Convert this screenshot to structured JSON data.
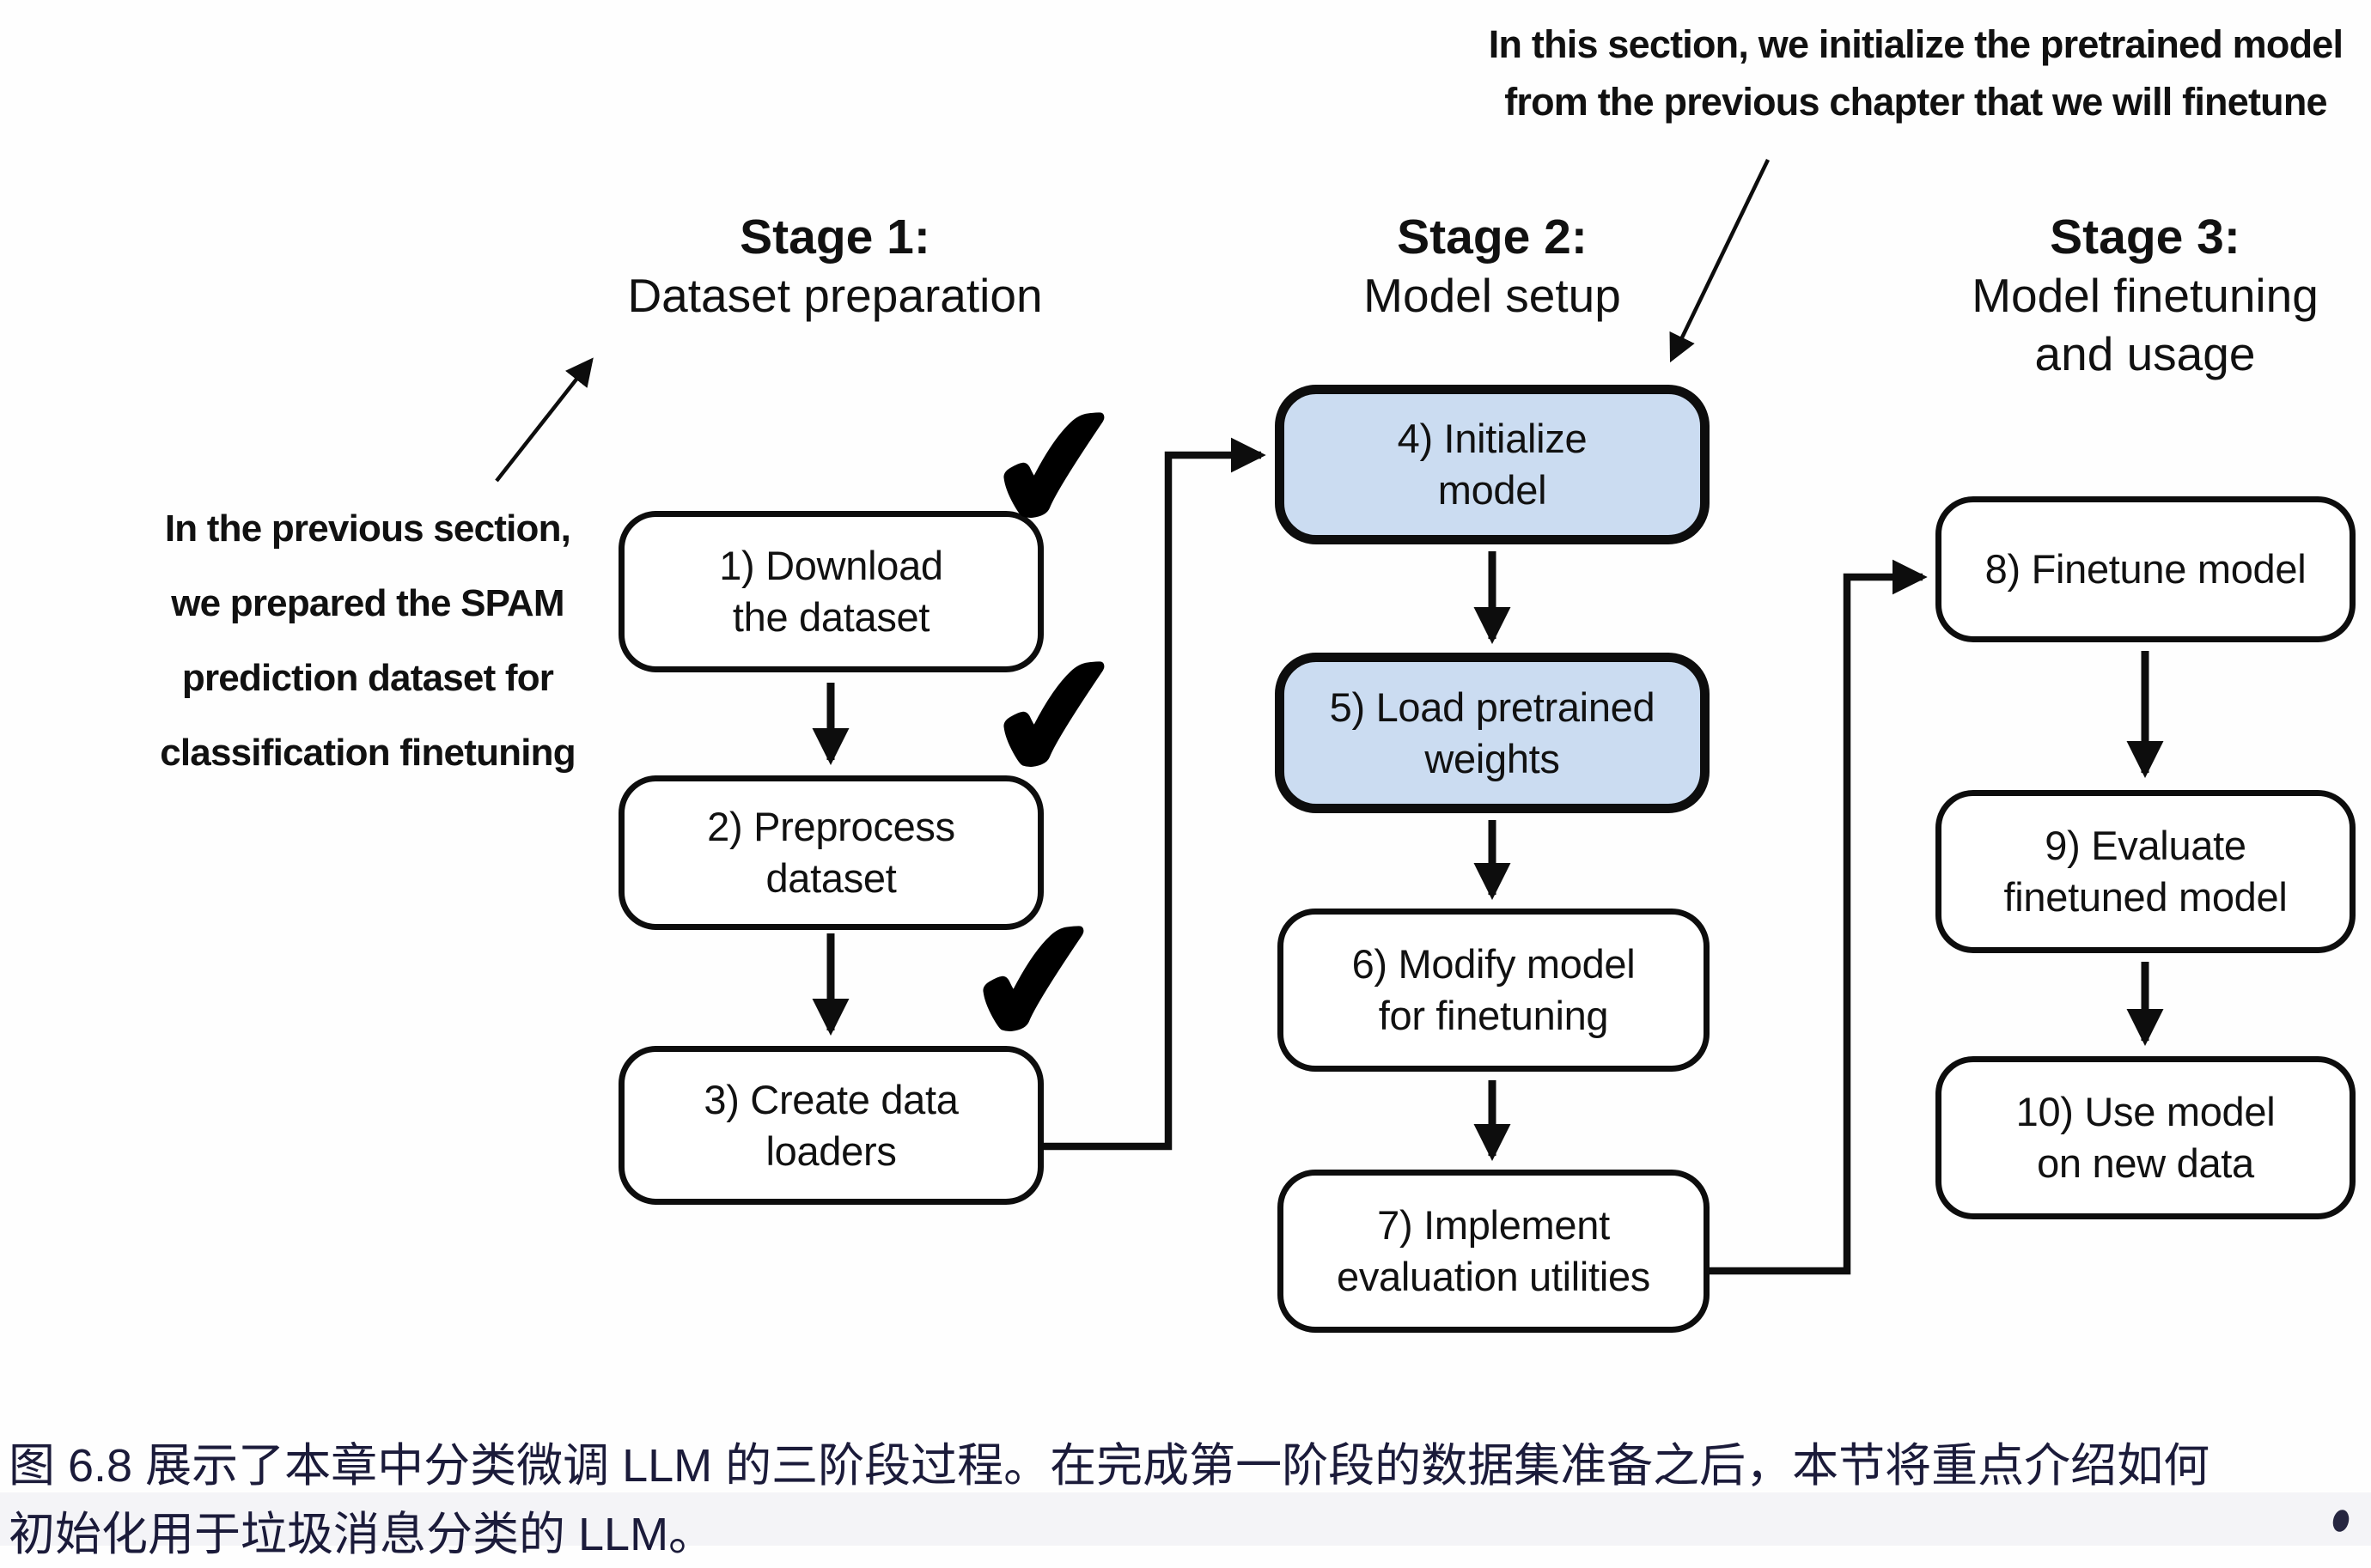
{
  "figure": {
    "top_annotation": {
      "line1": "In this section, we initialize the pretrained model",
      "line2": "from the previous chapter that we will finetune"
    },
    "left_annotation": {
      "line1": "In the previous section,",
      "line2": "we prepared the SPAM",
      "line3": "prediction dataset for",
      "line4": "classification finetuning"
    },
    "stages": [
      {
        "title": "Stage 1:",
        "subtitle1": "Dataset preparation",
        "subtitle2": ""
      },
      {
        "title": "Stage 2:",
        "subtitle1": "Model setup",
        "subtitle2": ""
      },
      {
        "title": "Stage 3:",
        "subtitle1": "Model finetuning",
        "subtitle2": "and usage"
      }
    ],
    "boxes": [
      {
        "num": "1",
        "line1": "1) Download",
        "line2": "the dataset",
        "highlighted": false,
        "completed": true
      },
      {
        "num": "2",
        "line1": "2) Preprocess",
        "line2": "dataset",
        "highlighted": false,
        "completed": true
      },
      {
        "num": "3",
        "line1": "3) Create data",
        "line2": "loaders",
        "highlighted": false,
        "completed": true
      },
      {
        "num": "4",
        "line1": "4) Initialize",
        "line2": "model",
        "highlighted": true,
        "completed": false
      },
      {
        "num": "5",
        "line1": "5) Load pretrained",
        "line2": "weights",
        "highlighted": true,
        "completed": false
      },
      {
        "num": "6",
        "line1": "6) Modify model",
        "line2": "for finetuning",
        "highlighted": false,
        "completed": false
      },
      {
        "num": "7",
        "line1": "7) Implement",
        "line2": "evaluation utilities",
        "highlighted": false,
        "completed": false
      },
      {
        "num": "8",
        "line1": "8) Finetune model",
        "line2": "",
        "highlighted": false,
        "completed": false
      },
      {
        "num": "9",
        "line1": "9) Evaluate",
        "line2": "finetuned model",
        "highlighted": false,
        "completed": false
      },
      {
        "num": "10",
        "line1": "10) Use model",
        "line2": "on new data",
        "highlighted": false,
        "completed": false
      }
    ],
    "check_glyph": "✔",
    "colors": {
      "highlight_fill": "#cbdcf1",
      "line_color": "#0d0d0d",
      "caption_color": "#1b1b3a"
    }
  },
  "caption": {
    "line1": "图 6.8 展示了本章中分类微调 LLM 的三阶段过程。在完成第一阶段的数据集准备之后，本节将重点介绍如何",
    "line2": "初始化用于垃圾消息分类的 LLM。"
  }
}
